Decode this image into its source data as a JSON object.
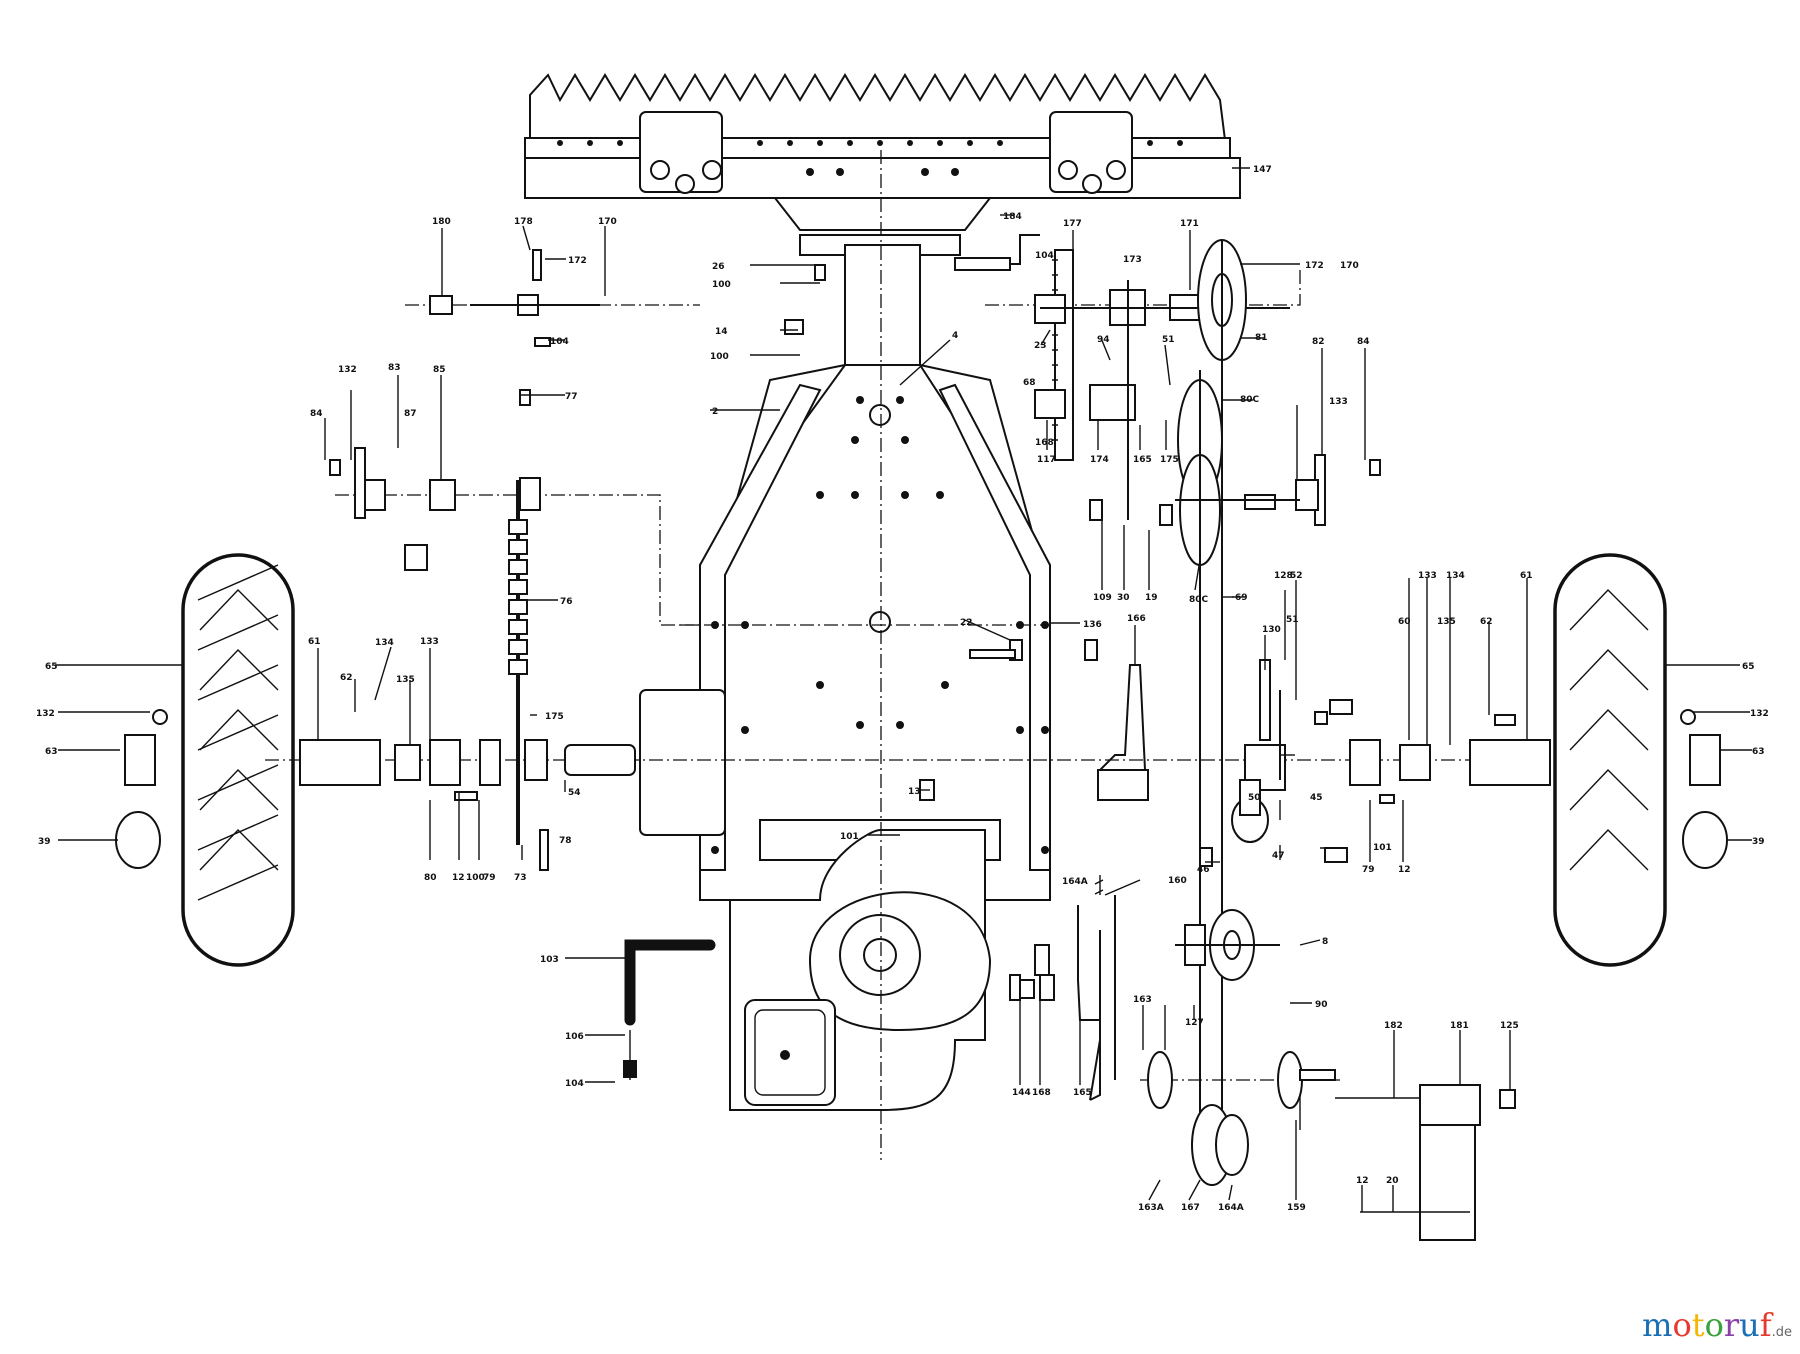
{
  "watermark": {
    "text": "motoruf",
    "domain": ".de",
    "colors": [
      "#1a6fb5",
      "#e63a2e",
      "#f2b705",
      "#3aa13c",
      "#8b3fa8",
      "#1a6fb5",
      "#e63a2e"
    ]
  },
  "callouts": [
    {
      "id": "c147",
      "text": "147"
    },
    {
      "id": "c180",
      "text": "180"
    },
    {
      "id": "c178",
      "text": "178"
    },
    {
      "id": "c172a",
      "text": "172"
    },
    {
      "id": "c170a",
      "text": "170"
    },
    {
      "id": "c104a",
      "text": "104"
    },
    {
      "id": "c77",
      "text": "77"
    },
    {
      "id": "c26",
      "text": "26"
    },
    {
      "id": "c100a",
      "text": "100"
    },
    {
      "id": "c14a",
      "text": "14"
    },
    {
      "id": "c100b",
      "text": "100"
    },
    {
      "id": "c184",
      "text": "184"
    },
    {
      "id": "c177",
      "text": "177"
    },
    {
      "id": "c104b",
      "text": "104"
    },
    {
      "id": "c173",
      "text": "173"
    },
    {
      "id": "c171",
      "text": "171"
    },
    {
      "id": "c172b",
      "text": "172"
    },
    {
      "id": "c170b",
      "text": "170"
    },
    {
      "id": "c4",
      "text": "4"
    },
    {
      "id": "c2",
      "text": "2"
    },
    {
      "id": "c132a",
      "text": "132"
    },
    {
      "id": "c83",
      "text": "83"
    },
    {
      "id": "c85",
      "text": "85"
    },
    {
      "id": "c84a",
      "text": "84"
    },
    {
      "id": "c87",
      "text": "87"
    },
    {
      "id": "c76",
      "text": "76"
    },
    {
      "id": "c82",
      "text": "82"
    },
    {
      "id": "c84b",
      "text": "84"
    },
    {
      "id": "c133a",
      "text": "133"
    },
    {
      "id": "c81",
      "text": "81"
    },
    {
      "id": "c80c",
      "text": "80C"
    },
    {
      "id": "c65a",
      "text": "65"
    },
    {
      "id": "c132b",
      "text": "132"
    },
    {
      "id": "c63a",
      "text": "63"
    },
    {
      "id": "c39a",
      "text": "39"
    },
    {
      "id": "c61a",
      "text": "61"
    },
    {
      "id": "c62a",
      "text": "62"
    },
    {
      "id": "c134a",
      "text": "134"
    },
    {
      "id": "c133b",
      "text": "133"
    },
    {
      "id": "c135a",
      "text": "135"
    },
    {
      "id": "c175",
      "text": "175"
    },
    {
      "id": "c54",
      "text": "54"
    },
    {
      "id": "c78",
      "text": "78"
    },
    {
      "id": "c80",
      "text": "80"
    },
    {
      "id": "c12a",
      "text": "12"
    },
    {
      "id": "c100c",
      "text": "100"
    },
    {
      "id": "c79a",
      "text": "79"
    },
    {
      "id": "c73",
      "text": "73"
    },
    {
      "id": "c22",
      "text": "22"
    },
    {
      "id": "c136",
      "text": "136"
    },
    {
      "id": "c166",
      "text": "166"
    },
    {
      "id": "c13",
      "text": "13"
    },
    {
      "id": "c101",
      "text": "101"
    },
    {
      "id": "c128",
      "text": "128"
    },
    {
      "id": "c52",
      "text": "52"
    },
    {
      "id": "c130",
      "text": "130"
    },
    {
      "id": "c51",
      "text": "51"
    },
    {
      "id": "c133c",
      "text": "133"
    },
    {
      "id": "c134b",
      "text": "134"
    },
    {
      "id": "c135b",
      "text": "135"
    },
    {
      "id": "c61b",
      "text": "61"
    },
    {
      "id": "c60",
      "text": "60"
    },
    {
      "id": "c62b",
      "text": "62"
    },
    {
      "id": "c65b",
      "text": "65"
    },
    {
      "id": "c132c",
      "text": "132"
    },
    {
      "id": "c63b",
      "text": "63"
    },
    {
      "id": "c39b",
      "text": "39"
    },
    {
      "id": "c45",
      "text": "45"
    },
    {
      "id": "c12b",
      "text": "12"
    },
    {
      "id": "c79b",
      "text": "79"
    },
    {
      "id": "c101b",
      "text": "101"
    },
    {
      "id": "c46",
      "text": "46"
    },
    {
      "id": "c47",
      "text": "47"
    },
    {
      "id": "c50",
      "text": "50"
    },
    {
      "id": "c69",
      "text": "69"
    },
    {
      "id": "c160",
      "text": "160"
    },
    {
      "id": "c164a",
      "text": "164A"
    },
    {
      "id": "c8",
      "text": "8"
    },
    {
      "id": "c90",
      "text": "90"
    },
    {
      "id": "c103",
      "text": "103"
    },
    {
      "id": "c106",
      "text": "106"
    },
    {
      "id": "c104c",
      "text": "104"
    },
    {
      "id": "c144",
      "text": "144"
    },
    {
      "id": "c168",
      "text": "168"
    },
    {
      "id": "c165",
      "text": "165"
    },
    {
      "id": "c163",
      "text": "163"
    },
    {
      "id": "c127",
      "text": "127"
    },
    {
      "id": "c163a",
      "text": "163A"
    },
    {
      "id": "c167",
      "text": "167"
    },
    {
      "id": "c164a2",
      "text": "164A"
    },
    {
      "id": "c159",
      "text": "159"
    },
    {
      "id": "c182",
      "text": "182"
    },
    {
      "id": "c181",
      "text": "181"
    },
    {
      "id": "c125",
      "text": "125"
    },
    {
      "id": "c12c",
      "text": "12"
    },
    {
      "id": "c20",
      "text": "20"
    },
    {
      "id": "c117",
      "text": "117"
    },
    {
      "id": "c174",
      "text": "174"
    },
    {
      "id": "c165b",
      "text": "165"
    },
    {
      "id": "c175b",
      "text": "175"
    },
    {
      "id": "c94",
      "text": "94"
    },
    {
      "id": "c109",
      "text": "109"
    },
    {
      "id": "c30",
      "text": "30"
    },
    {
      "id": "c19",
      "text": "19"
    },
    {
      "id": "c80c2",
      "text": "80C"
    },
    {
      "id": "c68",
      "text": "68"
    },
    {
      "id": "c23",
      "text": "23"
    },
    {
      "id": "c51b",
      "text": "51"
    },
    {
      "id": "c168b",
      "text": "168"
    }
  ]
}
